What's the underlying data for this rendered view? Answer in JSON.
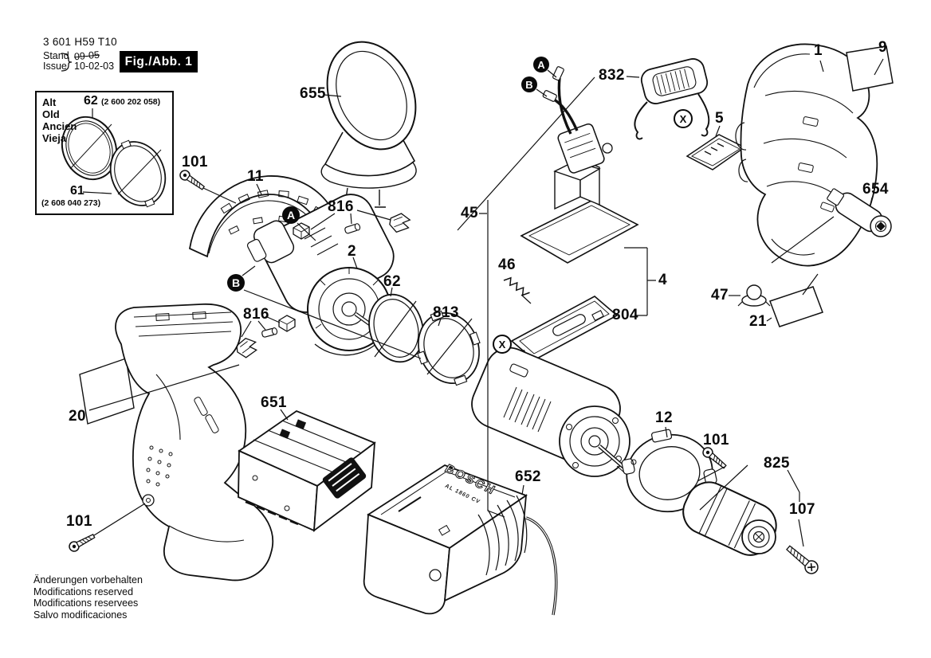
{
  "header": {
    "type_number": "3 601 H59 T10",
    "stand_label": "Stand",
    "issue_label": "Issue",
    "date_old": "09-05",
    "date_new": "10-02-03",
    "figure_label": "Fig./Abb. 1"
  },
  "legacy_inset": {
    "word_de": "Alt",
    "word_en": "Old",
    "word_fr": "Ancien",
    "word_es": "Vieja",
    "part_62": "62",
    "part_62_code": "(2 600 202 058)",
    "part_61": "61",
    "part_61_code": "(2 608 040 273)"
  },
  "callouts": {
    "c655": "655",
    "c101_top": "101",
    "c11": "11",
    "c816_top": "816",
    "c2": "2",
    "c62": "62",
    "c816_bottom": "816",
    "c813": "813",
    "c20": "20",
    "c101_left": "101",
    "c651": "651",
    "c652": "652",
    "c45": "45",
    "c46": "46",
    "c4": "4",
    "c804": "804",
    "c832": "832",
    "c5": "5",
    "c1": "1",
    "c9": "9",
    "c654": "654",
    "c47": "47",
    "c21": "21",
    "c12": "12",
    "c101_right": "101",
    "c825": "825",
    "c107": "107",
    "badge_a": "A",
    "badge_b": "B",
    "badge_x": "X"
  },
  "charger": {
    "brand": "BOSCH",
    "model": "AL 1860 CV"
  },
  "footer": {
    "line1": "Änderungen vorbehalten",
    "line2": "Modifications reserved",
    "line3": "Modifications reservees",
    "line4": "Salvo modificaciones"
  }
}
